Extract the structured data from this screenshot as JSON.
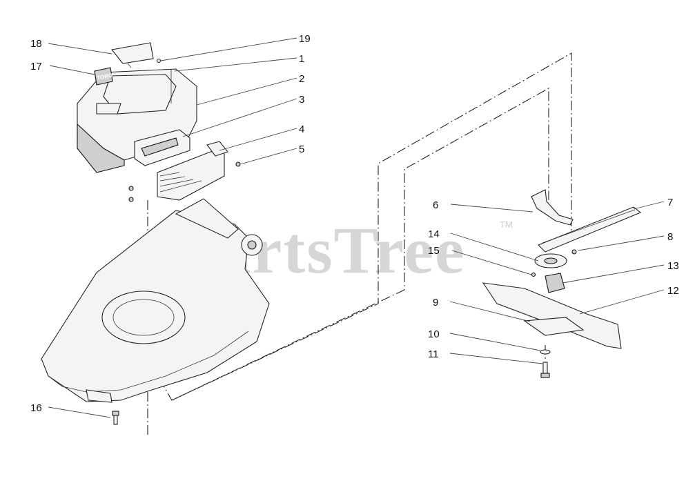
{
  "watermark": {
    "text": "PartsTree",
    "tm": "TM"
  },
  "engine_logo": "TORO",
  "callouts": {
    "c1": "1",
    "c2": "2",
    "c3": "3",
    "c4": "4",
    "c5": "5",
    "c6": "6",
    "c7": "7",
    "c8": "8",
    "c9": "9",
    "c10": "10",
    "c11": "11",
    "c12": "12",
    "c13": "13",
    "c14": "14",
    "c15": "15",
    "c16": "16",
    "c17": "17",
    "c18": "18",
    "c19": "19"
  }
}
